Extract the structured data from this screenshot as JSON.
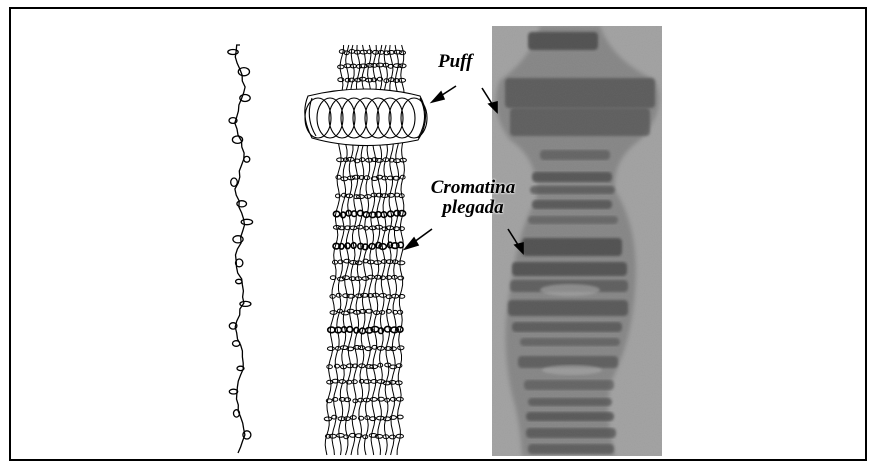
{
  "figure": {
    "labels": {
      "puff": "Puff",
      "cromatina_line1": "Cromatina",
      "cromatina_line2": "plegada"
    },
    "colors": {
      "frame": "#000000",
      "line": "#000000",
      "photo_bg": "#cfcfcf",
      "band": "#1a1a1a"
    }
  }
}
